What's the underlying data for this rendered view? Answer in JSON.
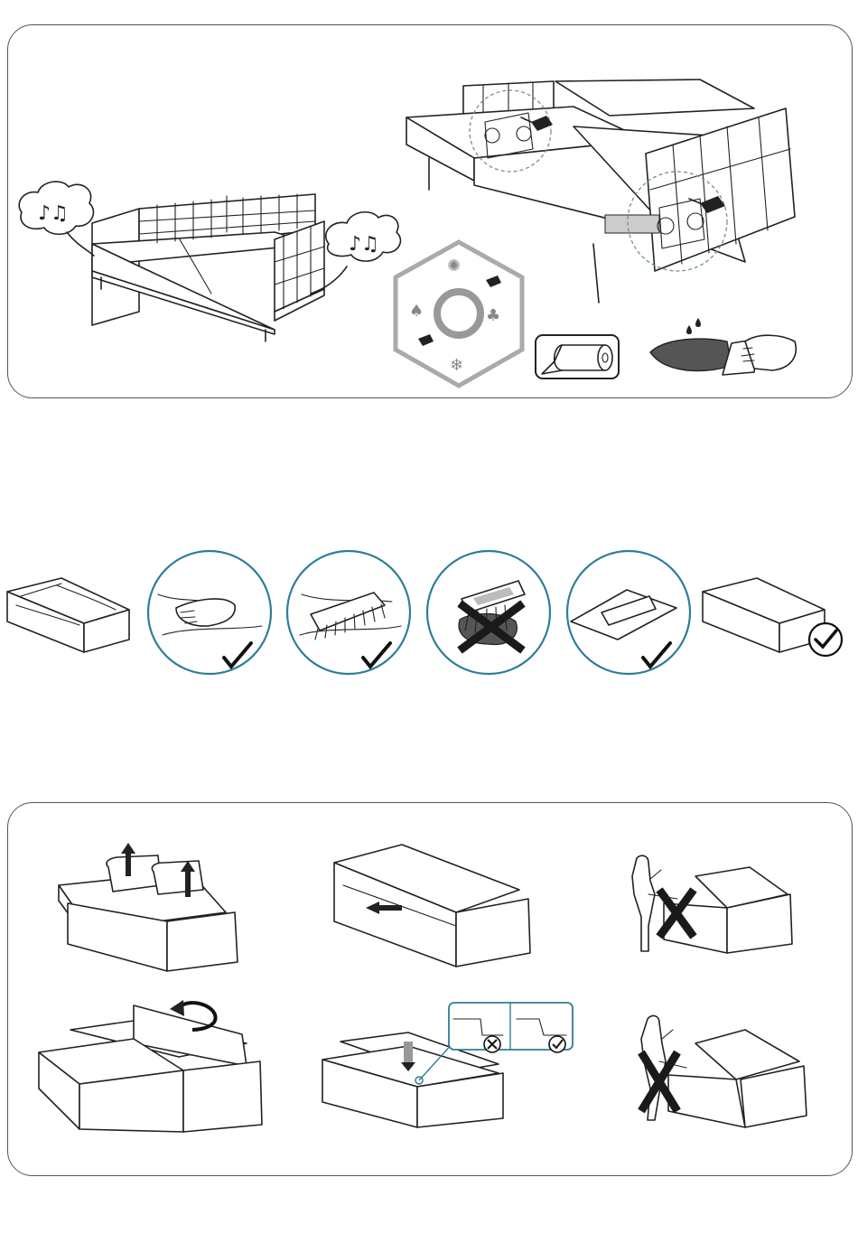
{
  "sections": {
    "top": {
      "label": "maintenance-and-cleaning"
    },
    "middle": {
      "label": "fabric-care-steps"
    },
    "bottom": {
      "label": "unfolding-instructions"
    }
  },
  "icons": {
    "noise": "music-note-cloud-icon",
    "lubricate": "oil-can-icon",
    "seasons": "seasonal-cycle-icon",
    "paper": "paper-roll-icon",
    "blot": "blot-spill-icon",
    "ok": "check-mark-icon",
    "forbidden": "cross-mark-icon"
  },
  "colors": {
    "care_circle": "#2e7d99",
    "callout": "#2e7d99",
    "dashed_circle": "#6d8fa6",
    "ink": "#222222"
  }
}
